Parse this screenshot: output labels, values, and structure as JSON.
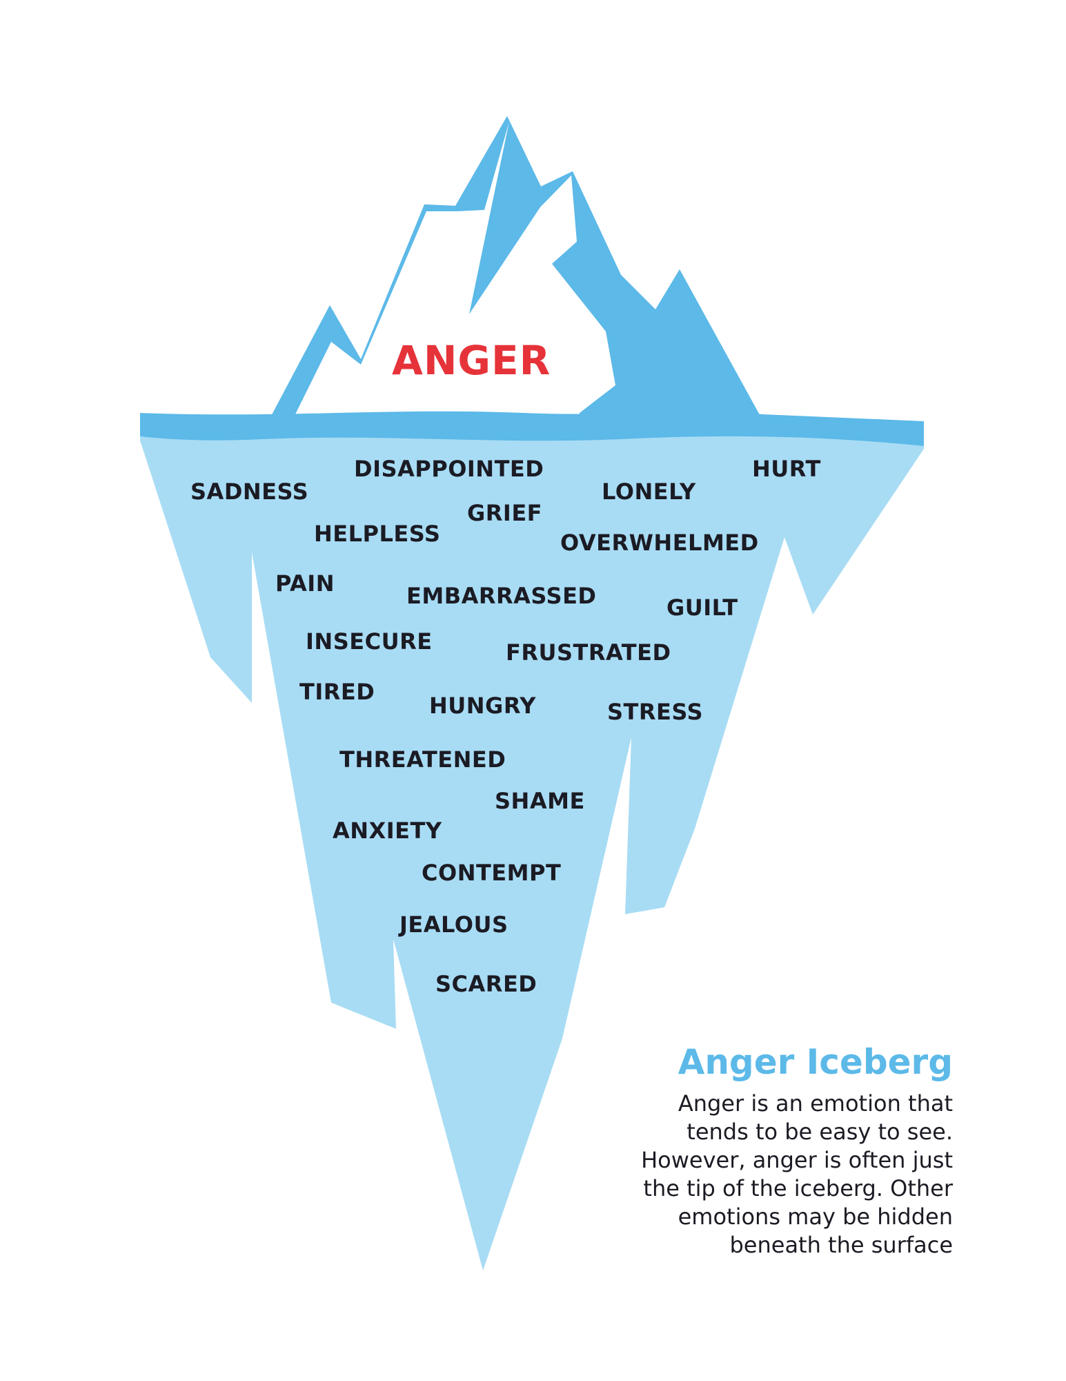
{
  "colors": {
    "tip": "#5cb9e8",
    "underwater": "#a8dcf4",
    "water_line": "#5cb9e8",
    "tip_label": "#e63339",
    "word": "#1b1b24",
    "title": "#5cb9e8"
  },
  "tip_label": "ANGER",
  "hidden_emotions": [
    "DISAPPOINTED",
    "HURT",
    "SADNESS",
    "LONELY",
    "GRIEF",
    "HELPLESS",
    "OVERWHELMED",
    "PAIN",
    "EMBARRASSED",
    "GUILT",
    "INSECURE",
    "FRUSTRATED",
    "TIRED",
    "HUNGRY",
    "STRESS",
    "THREATENED",
    "SHAME",
    "ANXIETY",
    "CONTEMPT",
    "JEALOUS",
    "SCARED"
  ],
  "caption": {
    "title": "Anger Iceberg",
    "lines": [
      "Anger is an emotion that",
      "tends to be easy to see.",
      "However, anger is often just",
      "the tip of the iceberg. Other",
      "emotions may be hidden",
      "beneath the surface"
    ]
  }
}
